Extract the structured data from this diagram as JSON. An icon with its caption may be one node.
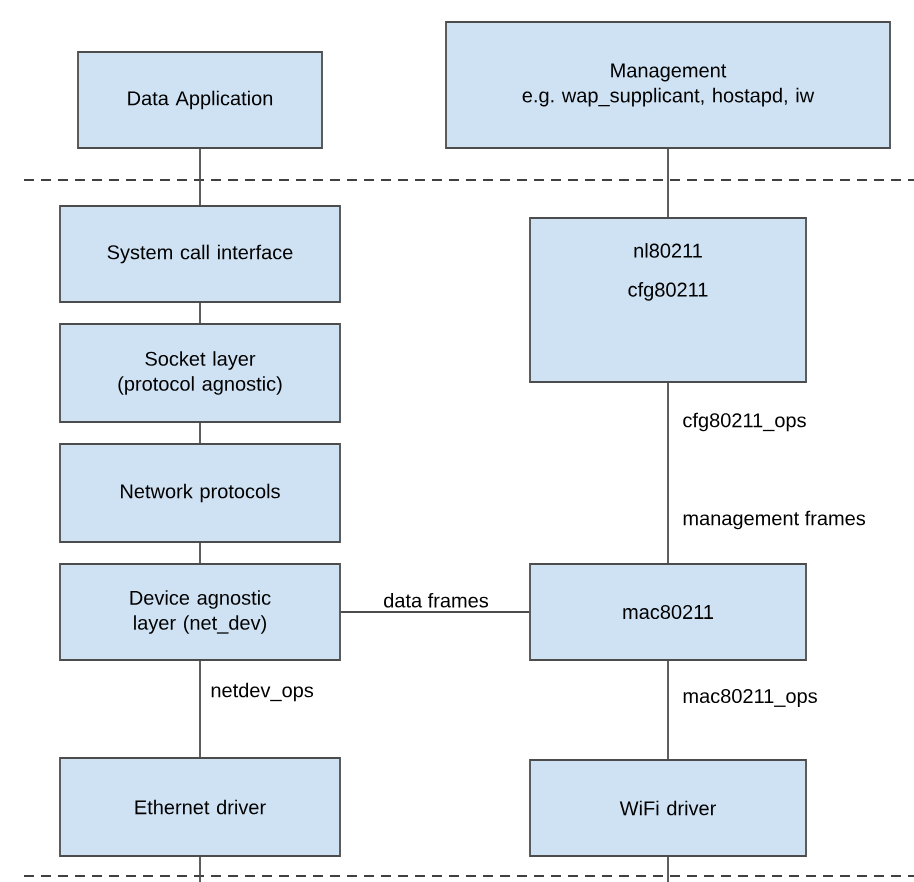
{
  "diagram": {
    "nodes": [
      {
        "text": [
          "Data Application"
        ]
      },
      {
        "text": [
          "Management",
          "e.g. wap_supplicant, hostapd, iw"
        ]
      },
      {
        "text": [
          "System call interface"
        ]
      },
      {
        "text": [
          "Socket layer (protocol agnostic)"
        ]
      },
      {
        "text": [
          "Network protocols"
        ]
      },
      {
        "text": [
          "Device agnostic layer (net_dev)"
        ]
      },
      {
        "text": [
          "Ethernet driver"
        ]
      },
      {
        "text": [
          "nl80211",
          "cfg80211"
        ]
      },
      {
        "text": [
          "mac80211"
        ]
      },
      {
        "text": [
          "WiFi driver"
        ]
      }
    ],
    "edges": [
      {
        "from": 0,
        "to": 2,
        "arrow": "none"
      },
      {
        "from": 2,
        "to": 3,
        "arrow": "none"
      },
      {
        "from": 3,
        "to": 4,
        "arrow": "none"
      },
      {
        "from": 4,
        "to": 5,
        "arrow": "none"
      },
      {
        "from": 5,
        "to": 6,
        "arrow": "none",
        "label": "netdev_ops"
      },
      {
        "from": 5,
        "to": 8,
        "arrow": "none",
        "label": "data frames"
      },
      {
        "from": 1,
        "to": 7,
        "arrow": "none"
      },
      {
        "from": 7,
        "to": 8,
        "arrow": "none",
        "label": "cfg80211_ops"
      },
      {
        "from": 8,
        "to": 9,
        "arrow": "none",
        "label": "mac80211_ops"
      },
      {
        "from": 6,
        "to": null,
        "arrow": "none"
      },
      {
        "from": 9,
        "to": null,
        "arrow": "none"
      }
    ],
    "labels": [
      "management frames"
    ]
  }
}
